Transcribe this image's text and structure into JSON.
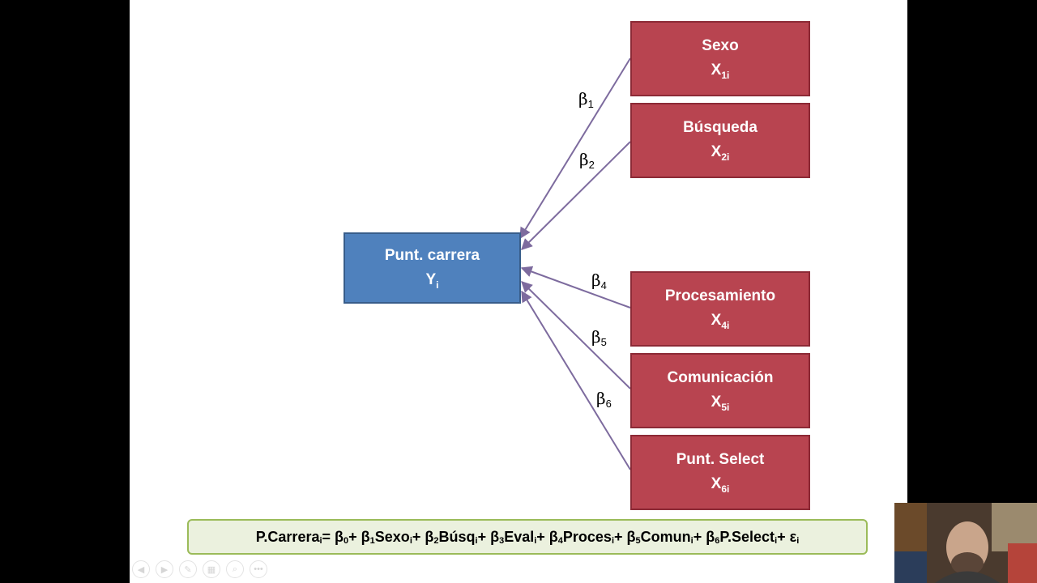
{
  "outcome": {
    "label": "Punt. carrera",
    "var": "Y",
    "sub": "i"
  },
  "predictors": [
    {
      "label": "Sexo",
      "var": "X",
      "sub": "1i"
    },
    {
      "label": "Búsqueda",
      "var": "X",
      "sub": "2i"
    },
    {
      "label": "Procesamiento",
      "var": "X",
      "sub": "4i"
    },
    {
      "label": "Comunicación",
      "var": "X",
      "sub": "5i"
    },
    {
      "label": "Punt. Select",
      "var": "X",
      "sub": "6i"
    }
  ],
  "betas": [
    {
      "sym": "β",
      "sub": "1"
    },
    {
      "sym": "β",
      "sub": "2"
    },
    {
      "sym": "β",
      "sub": "4"
    },
    {
      "sym": "β",
      "sub": "5"
    },
    {
      "sym": "β",
      "sub": "6"
    }
  ],
  "formula": [
    {
      "t": "P.Carrera"
    },
    {
      "s": "i"
    },
    {
      "t": " = β"
    },
    {
      "s": "0"
    },
    {
      "t": " + β"
    },
    {
      "s": "1"
    },
    {
      "t": "Sexo"
    },
    {
      "s": "i"
    },
    {
      "t": " + β"
    },
    {
      "s": "2"
    },
    {
      "t": "Búsq"
    },
    {
      "s": "i"
    },
    {
      "t": " + β"
    },
    {
      "s": "3"
    },
    {
      "t": "Eval"
    },
    {
      "s": "i"
    },
    {
      "t": " + β"
    },
    {
      "s": "4"
    },
    {
      "t": "Proces"
    },
    {
      "s": "i"
    },
    {
      "t": " + β"
    },
    {
      "s": "5"
    },
    {
      "t": "Comun"
    },
    {
      "s": "i"
    },
    {
      "t": " + β"
    },
    {
      "s": "6"
    },
    {
      "t": "P.Select"
    },
    {
      "s": "i"
    },
    {
      "t": " + ε"
    },
    {
      "s": "i"
    }
  ],
  "colors": {
    "predictor_fill": "#b84450",
    "outcome_fill": "#4f81bd",
    "arrow": "#7d6b9e",
    "formula_border": "#9bbb59"
  },
  "controls": [
    "previous-icon",
    "next-icon",
    "pen-icon",
    "slides-icon",
    "zoom-icon",
    "more-icon"
  ]
}
